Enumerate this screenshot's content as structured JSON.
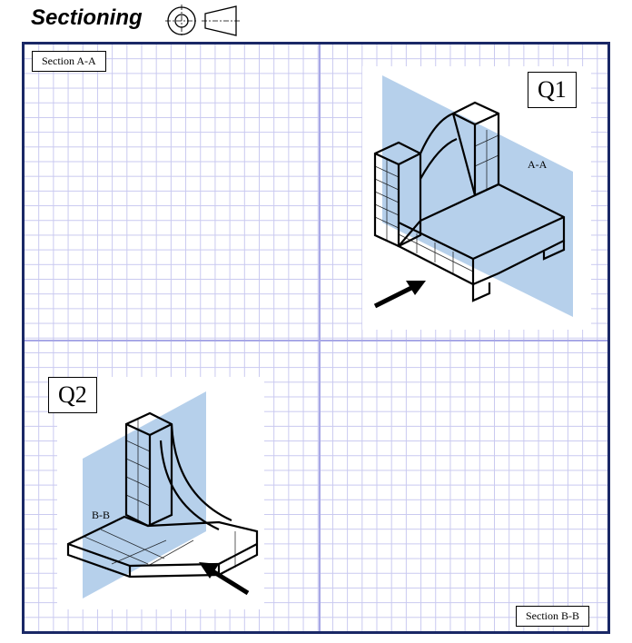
{
  "header": {
    "title": "Sectioning",
    "projection_icon": "third-angle-projection-icon"
  },
  "quadrants": {
    "top_left": {
      "label": "Section A-A"
    },
    "top_right": {
      "question": "Q1",
      "plane_label": "A-A"
    },
    "bottom_left": {
      "question": "Q2",
      "plane_label": "B-B"
    },
    "bottom_right": {
      "label": "Section B-B"
    }
  },
  "colors": {
    "border": "#1a2866",
    "grid": "#c9c9f0",
    "plane": "#a9c8e8"
  }
}
